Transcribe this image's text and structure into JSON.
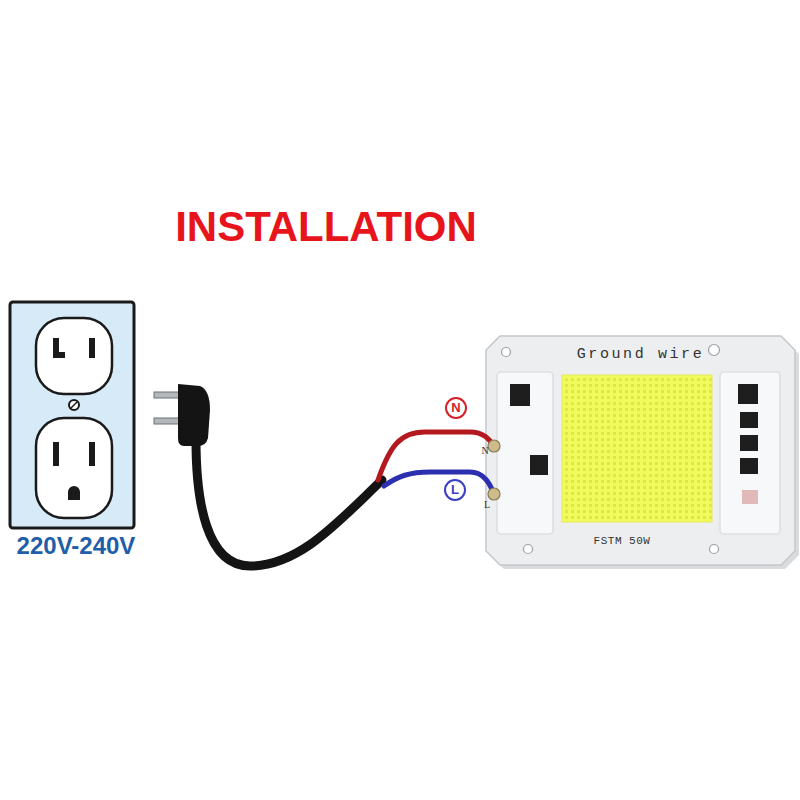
{
  "diagram": {
    "title": "INSTALLATION",
    "nodes": [
      {
        "text": [
          "220V-240V"
        ]
      },
      {
        "text": [
          "Ground wire",
          "N",
          "L",
          "FSTM 50W"
        ]
      }
    ],
    "labels": [
      "N",
      "L"
    ]
  }
}
